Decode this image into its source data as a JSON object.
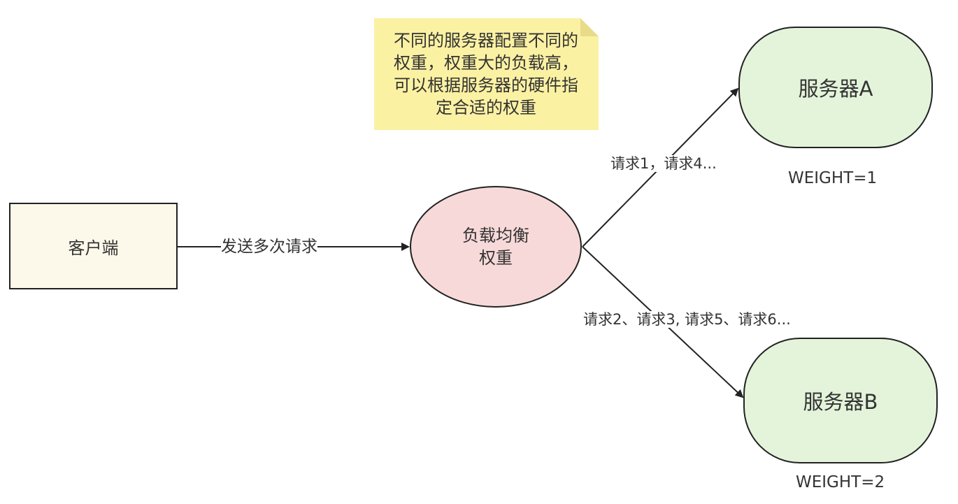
{
  "note": {
    "lines": [
      "不同的服务器配置不同的",
      "权重，权重大的负载高，",
      "可以根据服务器的硬件指",
      "定合适的权重"
    ]
  },
  "client": {
    "label": "客户端"
  },
  "balancer": {
    "line1": "负载均衡",
    "line2": "权重"
  },
  "server_a": {
    "label": "服务器A",
    "weight": "WEIGHT=1"
  },
  "server_b": {
    "label": "服务器B",
    "weight": "WEIGHT=2"
  },
  "edges": {
    "client_to_balancer": "发送多次请求",
    "balancer_to_a": "请求1，请求4...",
    "balancer_to_b": "请求2、请求3, 请求5、请求6..."
  },
  "colors": {
    "note_fill": "#fbf1a3",
    "client_fill": "#fdf9ea",
    "balancer_fill": "#f8d9d9",
    "server_fill": "#e3f4da",
    "stroke": "#222222"
  }
}
